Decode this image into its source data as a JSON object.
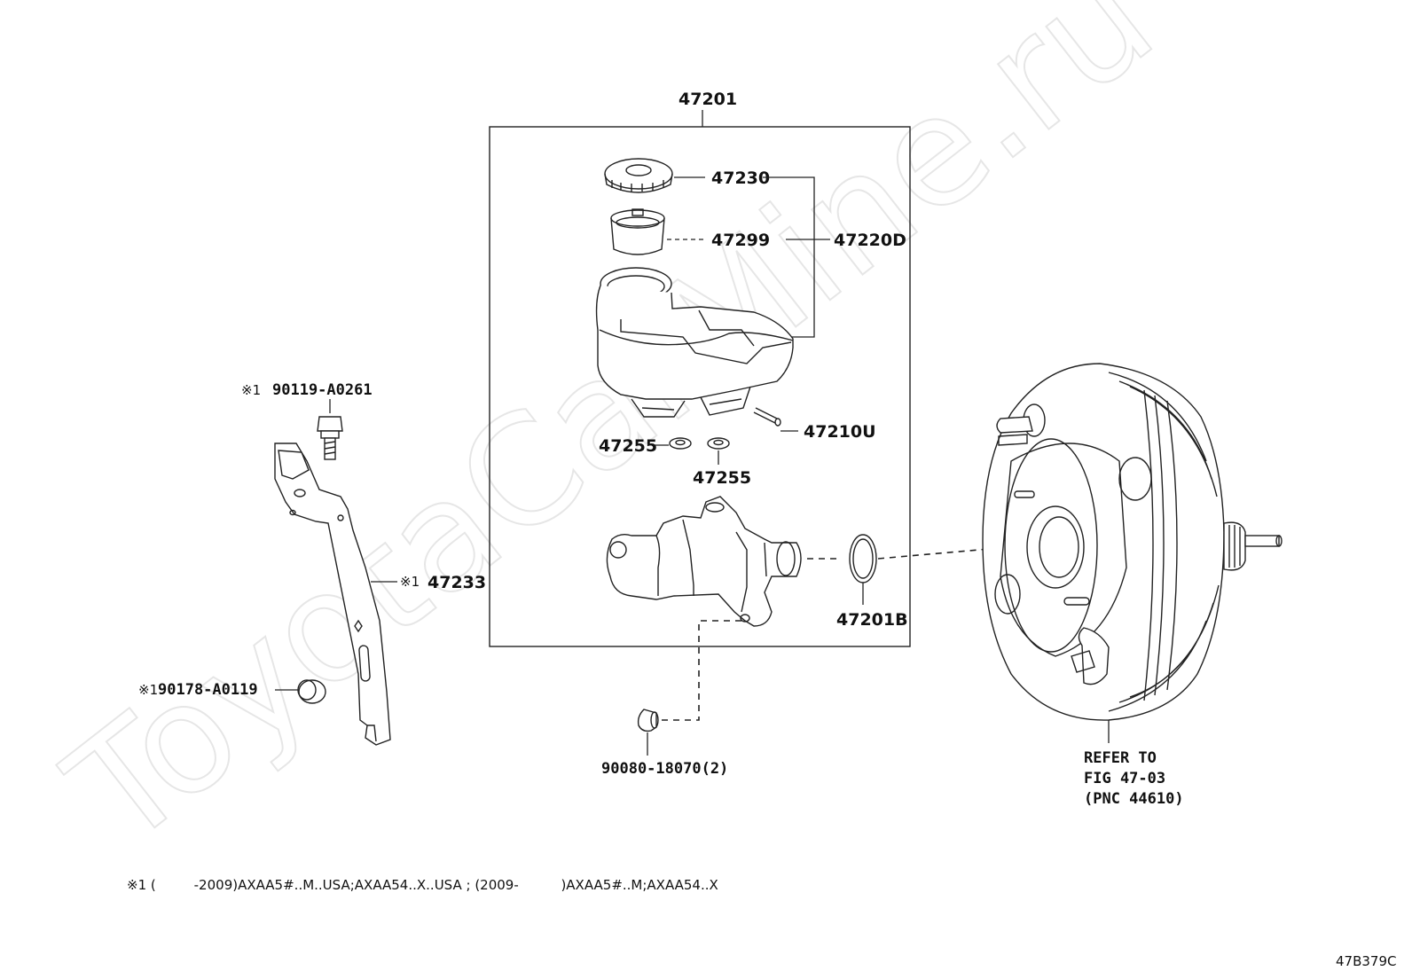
{
  "watermark": "ToyotaCarMine.ru",
  "figure_code": "47B379C",
  "footnote": "※1 (         -2009)AXAA5#..M..USA;AXAA54..X..USA ; (2009-          )AXAA5#..M;AXAA54..X",
  "callouts": {
    "master_cylinder_assy": "47201",
    "reservoir_cap": "47230",
    "strainer": "47299",
    "reservoir_sub_assy": "47220D",
    "reservoir_pin": "47210U",
    "grommet_left": "47255",
    "grommet_right": "47255",
    "o_ring": "47201B",
    "plug": "90080-18070(2)",
    "bracket_mark": "※1",
    "bracket": "47233",
    "bolt_mark": "※1",
    "bolt": "90119-A0261",
    "clip_mark": "※1",
    "clip": "90178-A0119",
    "booster_ref_line1": "REFER TO",
    "booster_ref_line2": "FIG 47-03",
    "booster_ref_line3": "(PNC 44610)"
  }
}
